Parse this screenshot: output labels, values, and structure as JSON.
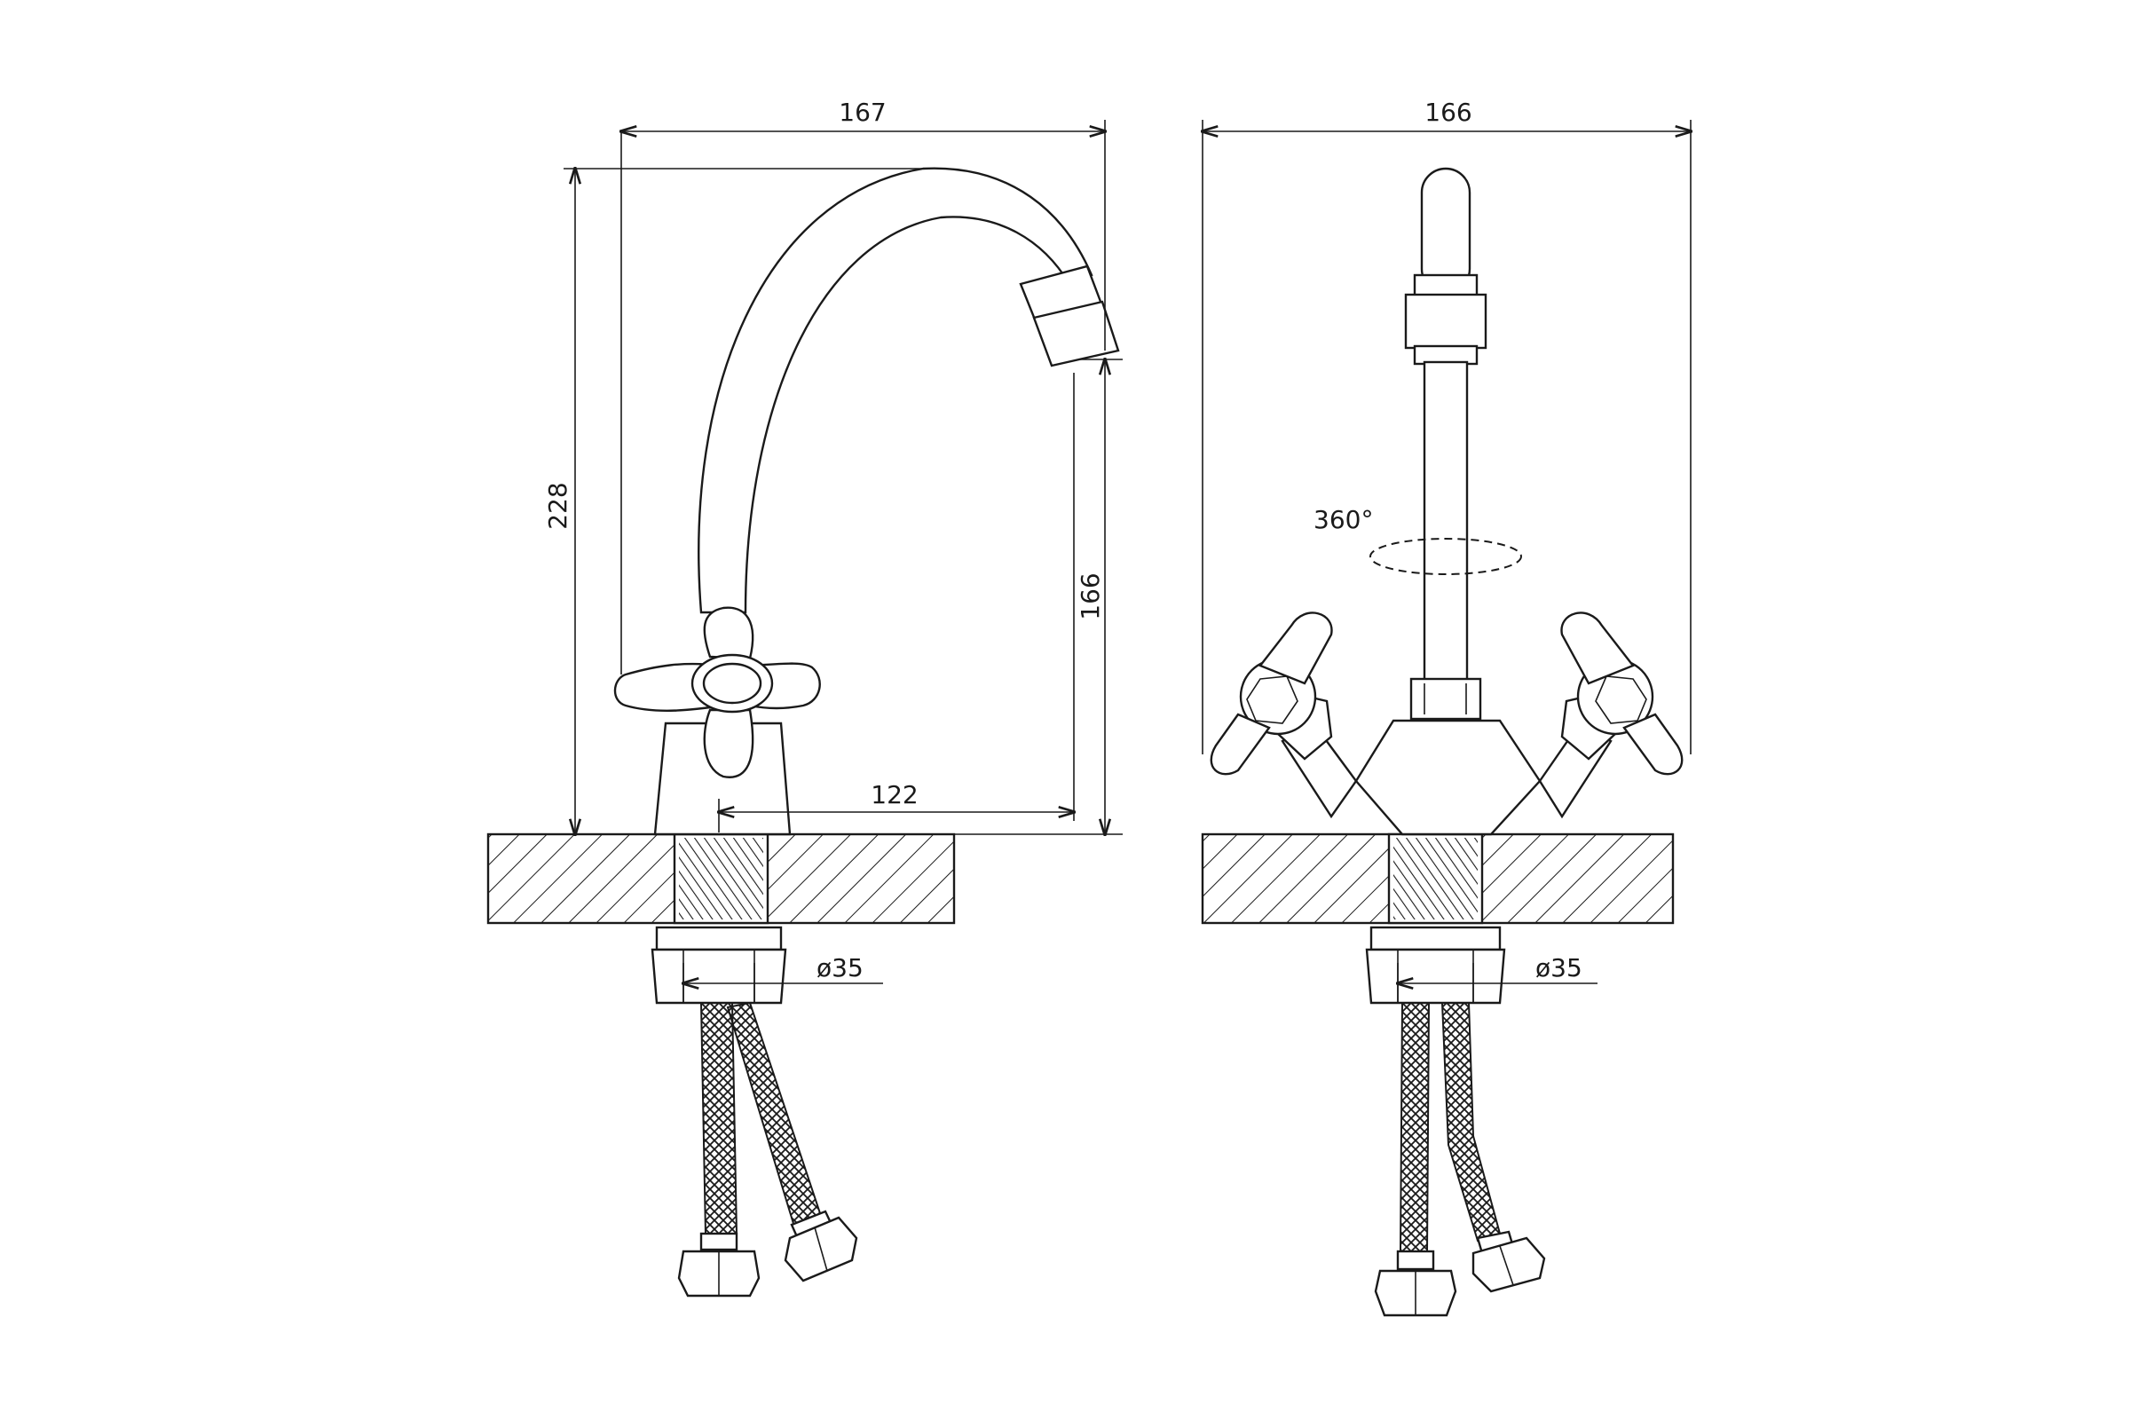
{
  "side_view": {
    "width_label": "167",
    "height_label": "228",
    "spout_height_label": "166",
    "reach_label": "122",
    "mount_diameter_label": "ø35"
  },
  "front_view": {
    "width_label": "166",
    "rotation_label": "360°",
    "mount_diameter_label": "ø35"
  }
}
